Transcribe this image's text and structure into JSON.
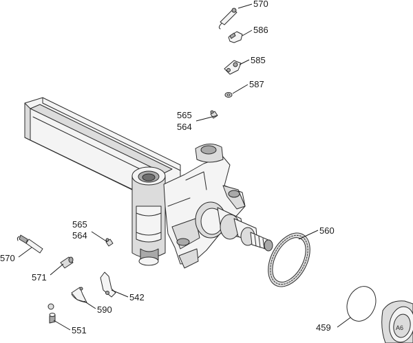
{
  "callouts": {
    "c570_top": "570",
    "c586": "586",
    "c585": "585",
    "c587": "587",
    "c565_top": "565",
    "c564_top": "564",
    "c565_mid": "565",
    "c564_mid": "564",
    "c570_left": "570",
    "c571": "571",
    "c542": "542",
    "c590": "590",
    "c551": "551",
    "c560": "560",
    "c459": "459"
  }
}
